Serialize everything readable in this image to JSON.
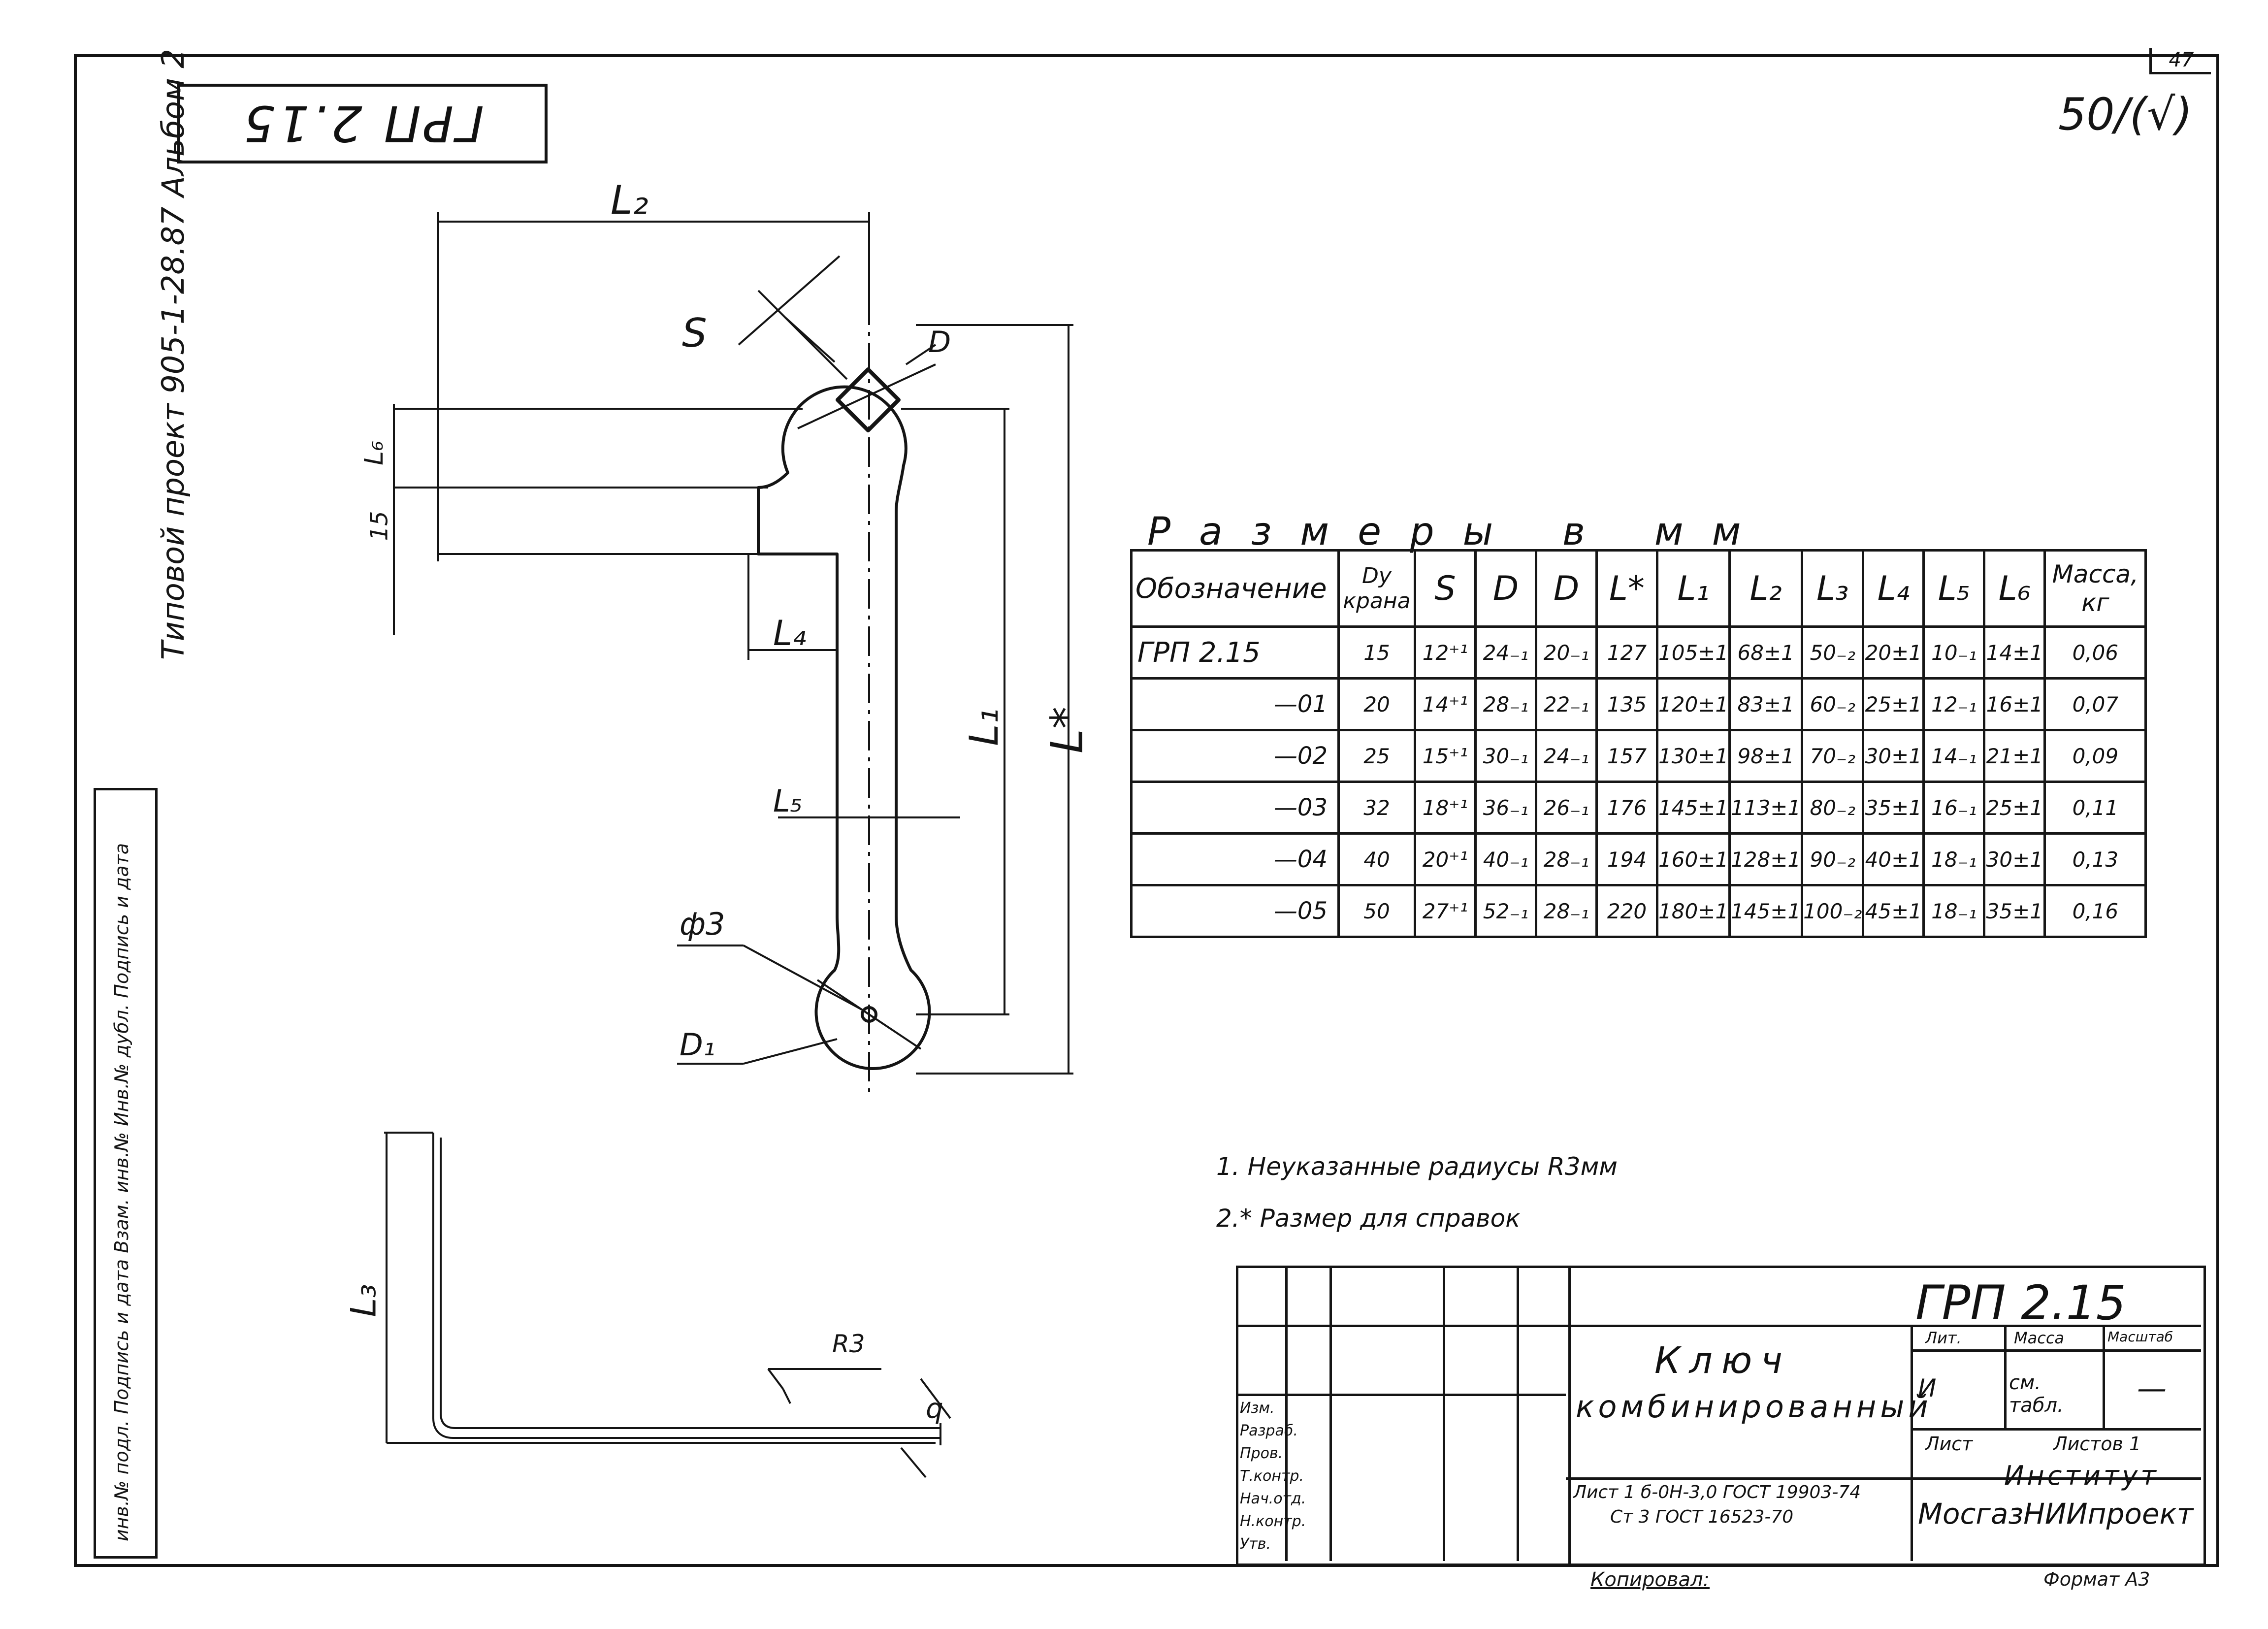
{
  "sheet": {
    "page_number": "47",
    "roughness": "50/(√)",
    "top_stamp": "ГРП 2.15",
    "project_ref": "Типовой проект 905-1-28.87 Альбом 2",
    "left_stamp": "инв.№ подл.  Подпись и дата  Взам. инв.№  Инв.№ дубл.  Подпись и дата"
  },
  "drawing": {
    "labels": {
      "l2": "L₂",
      "s": "S",
      "d": "D",
      "l6": "L₆",
      "fifteen": "15",
      "l4": "L₄",
      "l1": "L₁",
      "lstar": "L*",
      "l5": "L₅",
      "phi3": "ф3",
      "d1": "D₁",
      "l3": "L₃",
      "r3": "R3",
      "b": "b"
    }
  },
  "table": {
    "title": "Размеры в мм",
    "headers": [
      "Обозначение",
      "Dy крана",
      "S",
      "D",
      "D",
      "L*",
      "L₁",
      "L₂",
      "L₃",
      "L₄",
      "L₅",
      "L₆",
      "Масса, кг"
    ],
    "rows": [
      [
        "ГРП 2.15",
        "15",
        "12⁺¹",
        "24₋₁",
        "20₋₁",
        "127",
        "105±1",
        "68±1",
        "50₋₂",
        "20±1",
        "10₋₁",
        "14±1",
        "0,06"
      ],
      [
        "—01",
        "20",
        "14⁺¹",
        "28₋₁",
        "22₋₁",
        "135",
        "120±1",
        "83±1",
        "60₋₂",
        "25±1",
        "12₋₁",
        "16±1",
        "0,07"
      ],
      [
        "—02",
        "25",
        "15⁺¹",
        "30₋₁",
        "24₋₁",
        "157",
        "130±1",
        "98±1",
        "70₋₂",
        "30±1",
        "14₋₁",
        "21±1",
        "0,09"
      ],
      [
        "—03",
        "32",
        "18⁺¹",
        "36₋₁",
        "26₋₁",
        "176",
        "145±1",
        "113±1",
        "80₋₂",
        "35±1",
        "16₋₁",
        "25±1",
        "0,11"
      ],
      [
        "—04",
        "40",
        "20⁺¹",
        "40₋₁",
        "28₋₁",
        "194",
        "160±1",
        "128±1",
        "90₋₂",
        "40±1",
        "18₋₁",
        "30±1",
        "0,13"
      ],
      [
        "—05",
        "50",
        "27⁺¹",
        "52₋₁",
        "28₋₁",
        "220",
        "180±1",
        "145±1",
        "100₋₂",
        "45±1",
        "18₋₁",
        "35±1",
        "0,16"
      ]
    ]
  },
  "notes": {
    "n1": "1. Неуказанные радиусы R3мм",
    "n2": "2.* Размер для справок"
  },
  "title_block": {
    "designation": "ГРП 2.15",
    "name_line1": "Ключ",
    "name_line2": "комбинированный",
    "material_line1": "Лист 1  б-0Н-3,0 ГОСТ 19903-74",
    "material_line2": "Ст 3 ГОСТ 16523-70",
    "lit_header": "Лит.",
    "mass_header": "Масса",
    "scale_header": "Масштаб",
    "lit_value": "И",
    "mass_value": "см. табл.",
    "scale_value": "—",
    "sheet_label": "Лист",
    "sheets_label": "Листов 1",
    "org_line1": "Институт",
    "org_line2": "МосгазНИИпроект",
    "copied": "Копировал:",
    "format": "Формат А3",
    "roles": [
      "Изм.",
      "Разраб.",
      "Пров.",
      "Т.контр.",
      "Нач.отд.",
      "Н.контр.",
      "Утв."
    ]
  }
}
